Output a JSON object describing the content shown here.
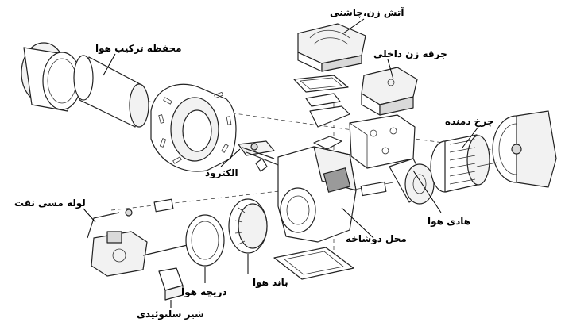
{
  "labels": {
    "igniter": "آتش زن،چاشنی",
    "mounting_flange": "محفظه ترکیب هوا",
    "inner_igniter_box": "جرقه زن داخلی",
    "electrode": "الکترود",
    "fan_wheel": "چرخ دمنده",
    "copper_oil_tube": "لوله مسی نفت",
    "air_guide": "هادی هوا",
    "housing": "محل دوشاخه",
    "air_damper": "دریچه هوا",
    "air_band": "باند هوا",
    "solenoid_valve": "شیر سلنوئیدی"
  },
  "colors": {
    "line": "#222222",
    "text": "#000000",
    "background": "#ffffff"
  }
}
